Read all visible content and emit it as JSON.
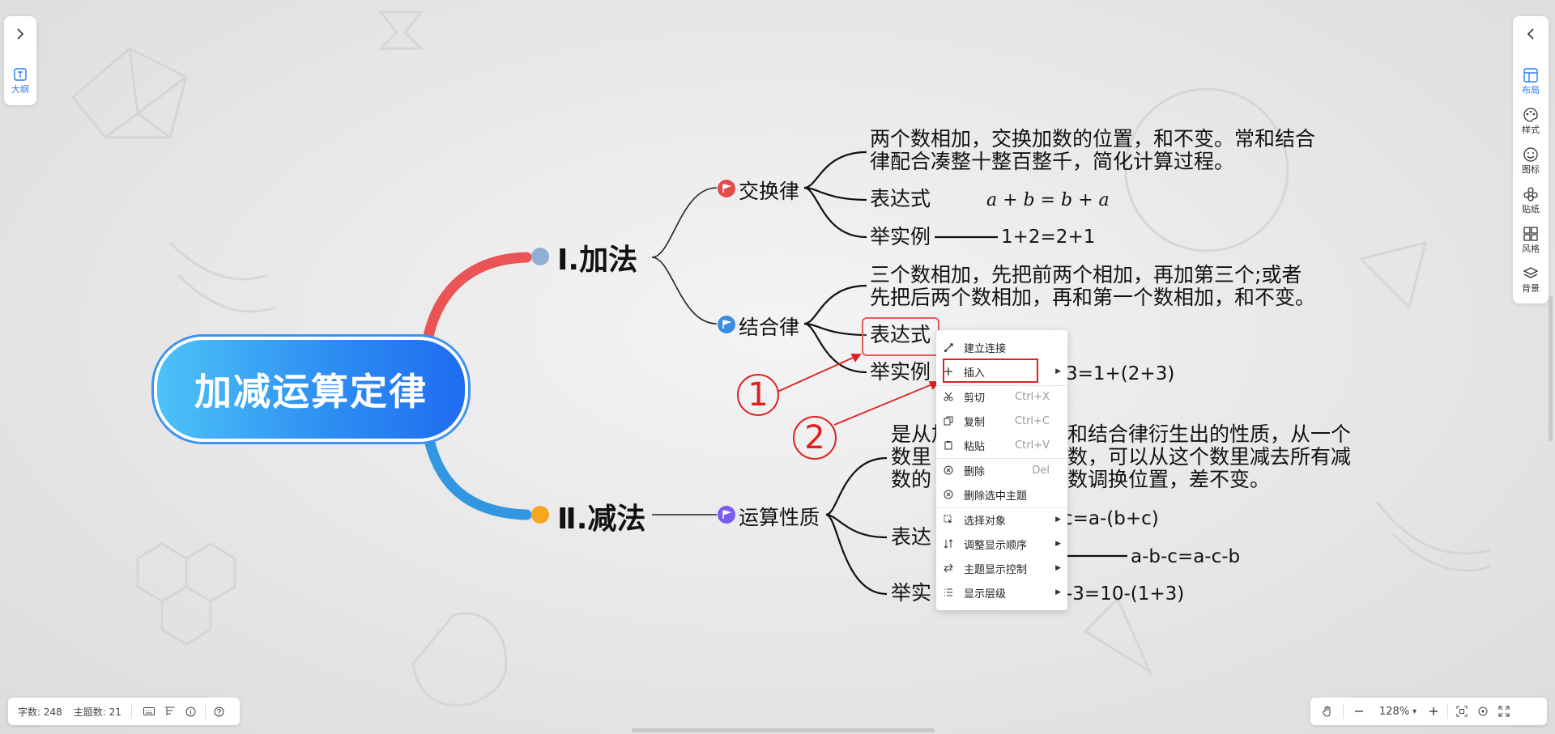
{
  "left_panel": {
    "outline_label": "大纲"
  },
  "right_panel": {
    "items": [
      {
        "label": "布局",
        "icon": "layout-icon"
      },
      {
        "label": "样式",
        "icon": "palette-icon"
      },
      {
        "label": "图标",
        "icon": "smile-icon"
      },
      {
        "label": "贴纸",
        "icon": "sticker-icon"
      },
      {
        "label": "风格",
        "icon": "grid-icon"
      },
      {
        "label": "背景",
        "icon": "layers-icon"
      }
    ]
  },
  "mindmap": {
    "root": "加减运算定律",
    "branches": [
      {
        "title": "Ⅰ.加法",
        "children": [
          {
            "title": "交换律",
            "leaves": [
              "两个数相加，交换加数的位置，和不变。常和结合",
              "律配合凑整十整百整千，简化计算过程。",
              "表达式",
              "a + b = b + a",
              "举实例",
              "1+2=2+1"
            ]
          },
          {
            "title": "结合律",
            "leaves": [
              "三个数相加，先把前两个相加，再加第三个;或者",
              "先把后两个数相加，再和第一个数相加，和不变。",
              "表达式",
              "举实例",
              "3=1+(2+3)"
            ]
          }
        ]
      },
      {
        "title": "Ⅱ.减法",
        "children": [
          {
            "title": "运算性质",
            "leaves": [
              "是从加",
              "和结合律衍生出的性质，从一个",
              "数里",
              "数，可以从这个数里减去所有减",
              "数的",
              "数调换位置，差不变。",
              "表达",
              "c=a-(b+c)",
              "a-b-c=a-c-b",
              "举实",
              "-3=10-(1+3)"
            ]
          }
        ]
      }
    ]
  },
  "context_menu": {
    "items": [
      {
        "label": "建立连接",
        "shortcut": "",
        "icon": "link-icon"
      },
      {
        "label": "插入",
        "shortcut": "",
        "icon": "plus-icon",
        "submenu": true
      },
      {
        "label": "剪切",
        "shortcut": "Ctrl+X",
        "icon": "scissors-icon"
      },
      {
        "label": "复制",
        "shortcut": "Ctrl+C",
        "icon": "copy-icon"
      },
      {
        "label": "粘贴",
        "shortcut": "Ctrl+V",
        "icon": "paste-icon"
      },
      {
        "label": "删除",
        "shortcut": "Del",
        "icon": "delete-icon"
      },
      {
        "label": "删除选中主题",
        "shortcut": "",
        "icon": "delete-selected-icon"
      },
      {
        "label": "选择对象",
        "shortcut": "",
        "icon": "select-icon",
        "submenu": true
      },
      {
        "label": "调整显示顺序",
        "shortcut": "",
        "icon": "order-icon",
        "submenu": true
      },
      {
        "label": "主题显示控制",
        "shortcut": "",
        "icon": "swap-icon",
        "submenu": true
      },
      {
        "label": "显示层级",
        "shortcut": "",
        "icon": "list-icon",
        "submenu": true
      }
    ]
  },
  "callouts": [
    "1",
    "2"
  ],
  "status_bar": {
    "word_count": "字数: 248",
    "topic_count": "主题数: 21"
  },
  "zoom_bar": {
    "zoom": "128%"
  },
  "colors": {
    "accent": "#2d7cf0",
    "branch_add": "#ea5455",
    "branch_sub": "#3396e0",
    "callout": "#e02020"
  }
}
